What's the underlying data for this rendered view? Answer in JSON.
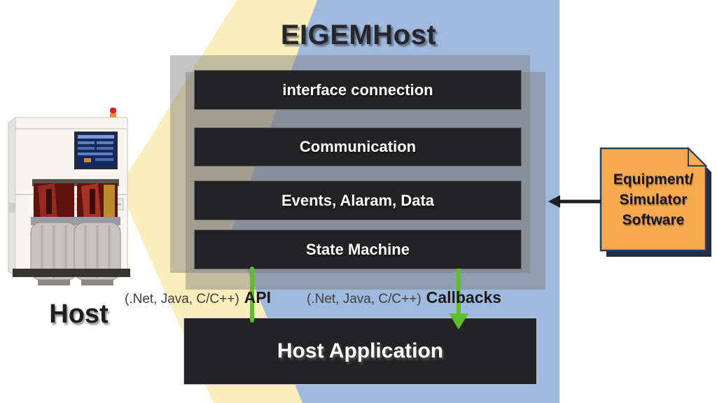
{
  "title": "EIGEMHost",
  "host_caption": "Host",
  "stack": {
    "layers": [
      "interface connection",
      "Communication",
      "Events, Alaram, Data",
      "State Machine"
    ]
  },
  "host_application_label": "Host Application",
  "connectors": {
    "api": {
      "prefix": "(.Net, Java, C/C++)",
      "label": "API"
    },
    "callbacks": {
      "prefix": "(.Net, Java, C/C++)",
      "label": "Callbacks"
    }
  },
  "equipment_note": {
    "line1": "Equipment/",
    "line2": "Simulator",
    "line3": "Software"
  },
  "colors": {
    "background_yellow": "#faeebc",
    "background_blue": "#a0bade",
    "panel_gray": "#7d7d7d",
    "box_dark": "#232325",
    "accent_green": "#5ebd28",
    "note_orange": "#f7a94e",
    "note_border": "#2c3e66",
    "arrow_black": "#1f1f1f",
    "text_dark": "#26262e",
    "text_white": "#ffffff"
  }
}
